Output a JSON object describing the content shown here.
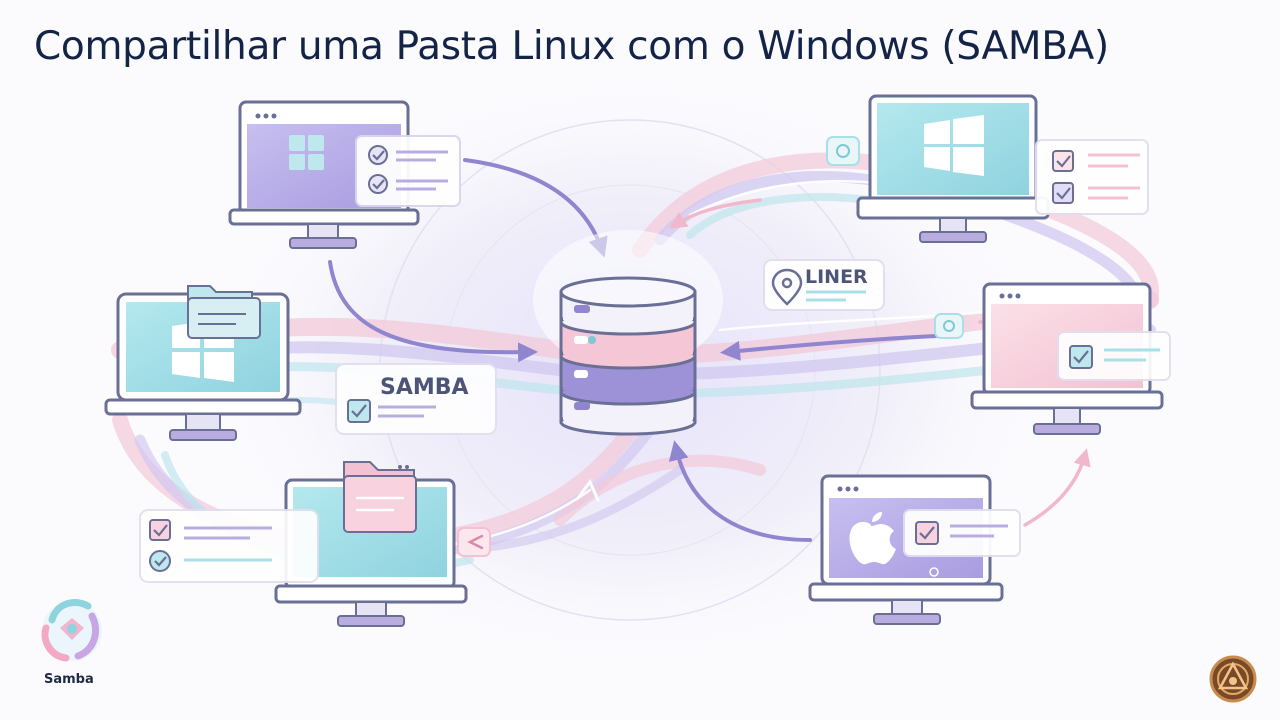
{
  "title": "Compartilhar uma Pasta Linux com o Windows (SAMBA)",
  "labels": {
    "samba": "SAMBA",
    "liner": "LINER"
  },
  "logo": {
    "text": "Samba"
  },
  "icons": {
    "windows": "windows-logo-icon",
    "apple": "apple-logo-icon",
    "folder": "folder-icon",
    "check": "checkbox-icon",
    "pin": "location-pin-icon",
    "server": "database-server-icon",
    "corner_badge": "bronze-emblem-icon"
  },
  "colors": {
    "title": "#142447",
    "lavender": "#b9addf",
    "purple": "#8f86cf",
    "pink": "#f4c3d4",
    "cyan": "#a9dfe6",
    "outline": "#6a6f96"
  }
}
